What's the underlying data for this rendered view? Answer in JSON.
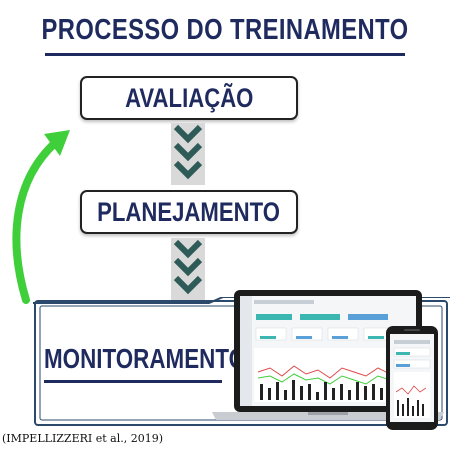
{
  "title": "PROCESSO DO TREINAMENTO",
  "stages": {
    "evaluation": "AVALIAÇÃO",
    "planning": "PLANEJAMENTO",
    "monitoring": "MONITORAMENTO"
  },
  "citation": "(IMPELLIZZERI et al., 2019)",
  "colors": {
    "heading": "#1f2a5e",
    "chevron": "#2e5b57",
    "loop_arrow": "#3fcf3a",
    "frame": "#2b4a6b",
    "accent": "#3bb6b0"
  },
  "icons": {
    "chevrons": "chevron-down-icon",
    "loop": "curved-arrow-icon",
    "devices": "laptop-phone-icon"
  }
}
